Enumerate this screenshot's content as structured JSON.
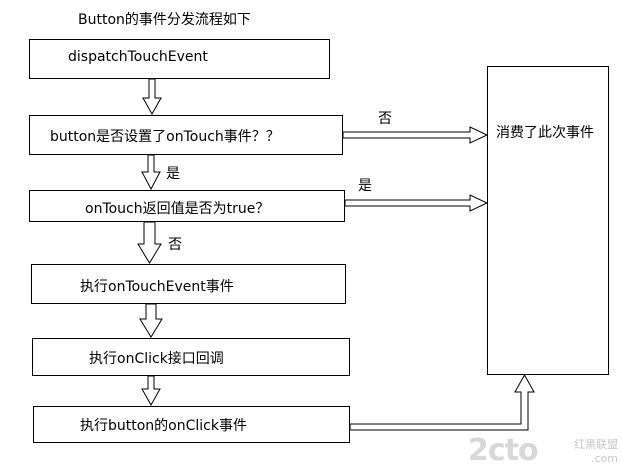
{
  "title": "Button的事件分发流程如下",
  "boxes": {
    "dispatch": "dispatchTouchEvent",
    "set_listener": "button是否设置了onTouch事件？？",
    "ontouch_return": "onTouch返回值是否为true？",
    "exec_ontouchevent": "执行onTouchEvent事件",
    "exec_onclick_iface": "执行onClick接口回调",
    "exec_button_onclick": "执行button的onClick事件",
    "consumed": "消费了此次事件"
  },
  "labels": {
    "no_1": "否",
    "yes_1": "是",
    "yes_2": "是",
    "no_2": "否"
  },
  "watermark": {
    "logo": "2cto",
    "cn": "红黑联盟",
    "url": ".com"
  }
}
